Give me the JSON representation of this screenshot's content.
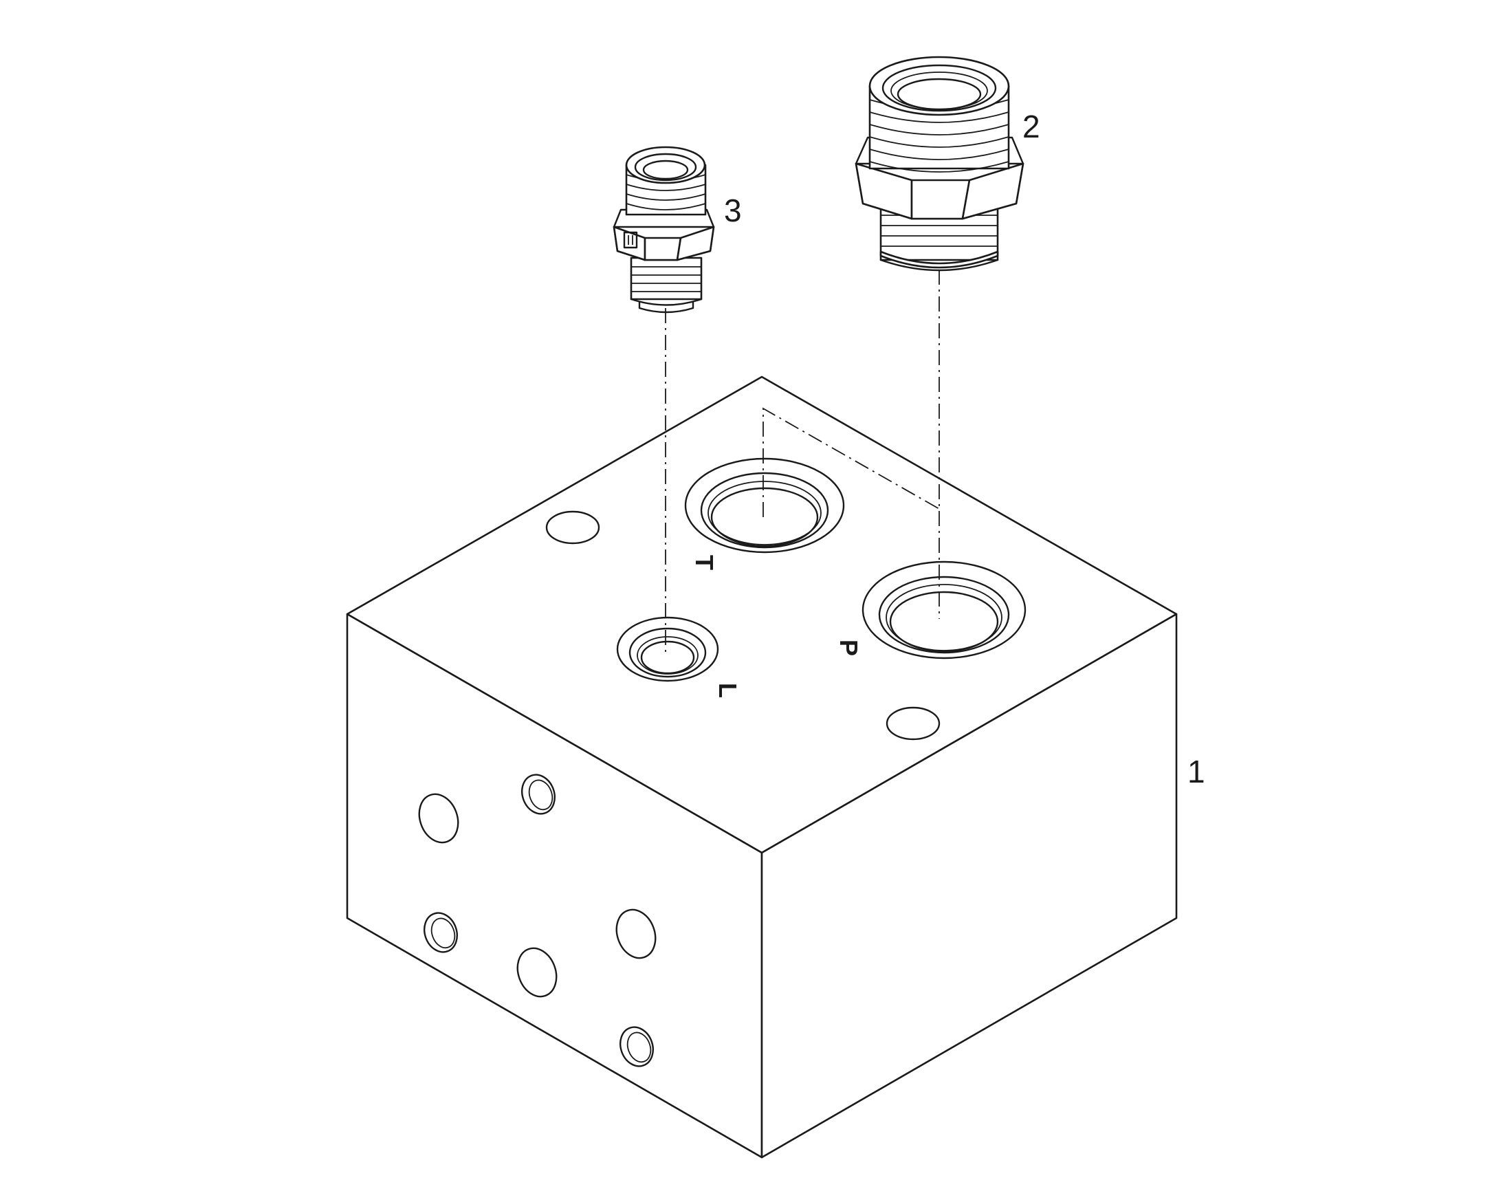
{
  "callouts": {
    "block": "1",
    "fitting_large": "2",
    "fitting_small": "3"
  },
  "ports": {
    "t": "T",
    "p": "P",
    "l": "L"
  }
}
